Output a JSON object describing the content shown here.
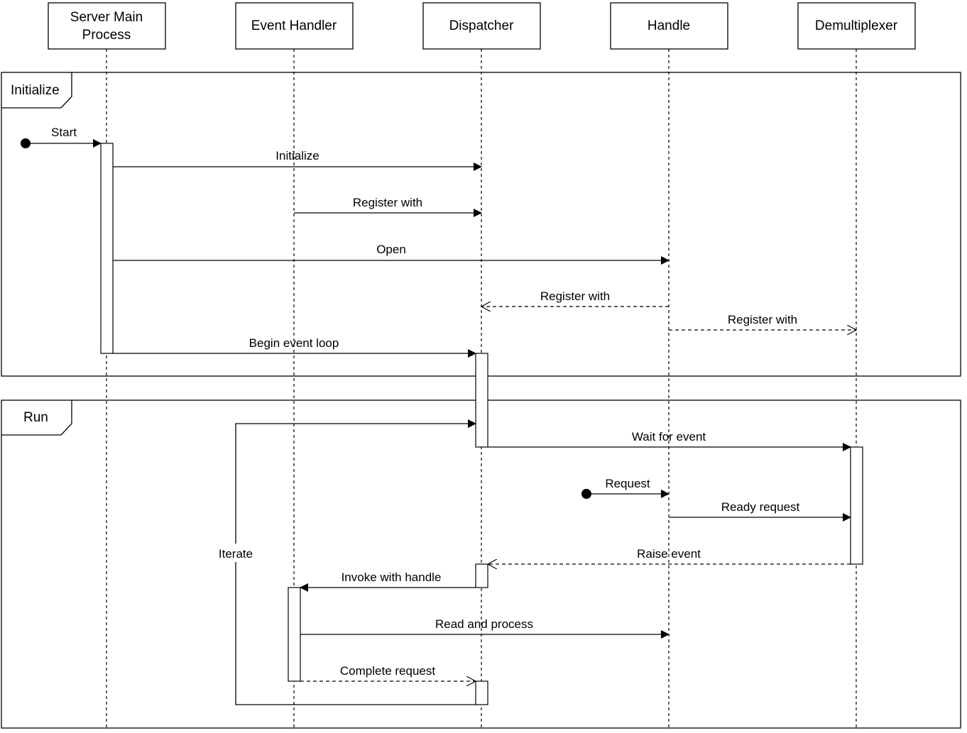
{
  "participants": [
    {
      "id": "server",
      "label_lines": [
        "Server Main",
        "Process"
      ]
    },
    {
      "id": "eventhandler",
      "label_lines": [
        "Event Handler"
      ]
    },
    {
      "id": "dispatcher",
      "label_lines": [
        "Dispatcher"
      ]
    },
    {
      "id": "handle",
      "label_lines": [
        "Handle"
      ]
    },
    {
      "id": "demux",
      "label_lines": [
        "Demultiplexer"
      ]
    }
  ],
  "frames": [
    {
      "id": "initialize",
      "label": "Initialize"
    },
    {
      "id": "run",
      "label": "Run"
    }
  ],
  "messages": [
    {
      "id": "start",
      "label": "Start",
      "from": "found",
      "to": "server",
      "style": "solid"
    },
    {
      "id": "initialize",
      "label": "Initialize",
      "from": "server",
      "to": "dispatcher",
      "style": "solid"
    },
    {
      "id": "register-eh",
      "label": "Register with",
      "from": "eventhandler",
      "to": "dispatcher",
      "style": "solid"
    },
    {
      "id": "open",
      "label": "Open",
      "from": "server",
      "to": "handle",
      "style": "solid"
    },
    {
      "id": "register-handle",
      "label": "Register with",
      "from": "handle",
      "to": "dispatcher",
      "style": "dashed"
    },
    {
      "id": "register-demux",
      "label": "Register with",
      "from": "handle",
      "to": "demux",
      "style": "dashed"
    },
    {
      "id": "begin-loop",
      "label": "Begin event loop",
      "from": "server",
      "to": "dispatcher",
      "style": "solid"
    },
    {
      "id": "wait",
      "label": "Wait for event",
      "from": "dispatcher",
      "to": "demux",
      "style": "solid"
    },
    {
      "id": "request",
      "label": "Request",
      "from": "found",
      "to": "handle",
      "style": "solid"
    },
    {
      "id": "ready",
      "label": "Ready request",
      "from": "handle",
      "to": "demux",
      "style": "solid"
    },
    {
      "id": "raise",
      "label": "Raise event",
      "from": "demux",
      "to": "dispatcher",
      "style": "dashed"
    },
    {
      "id": "invoke",
      "label": "Invoke with handle",
      "from": "dispatcher",
      "to": "eventhandler",
      "style": "solid"
    },
    {
      "id": "read",
      "label": "Read and process",
      "from": "eventhandler",
      "to": "handle",
      "style": "solid"
    },
    {
      "id": "complete",
      "label": "Complete request",
      "from": "eventhandler",
      "to": "dispatcher",
      "style": "dashed"
    },
    {
      "id": "iterate",
      "label": "Iterate",
      "from": "dispatcher",
      "to": "dispatcher",
      "style": "solid"
    }
  ]
}
